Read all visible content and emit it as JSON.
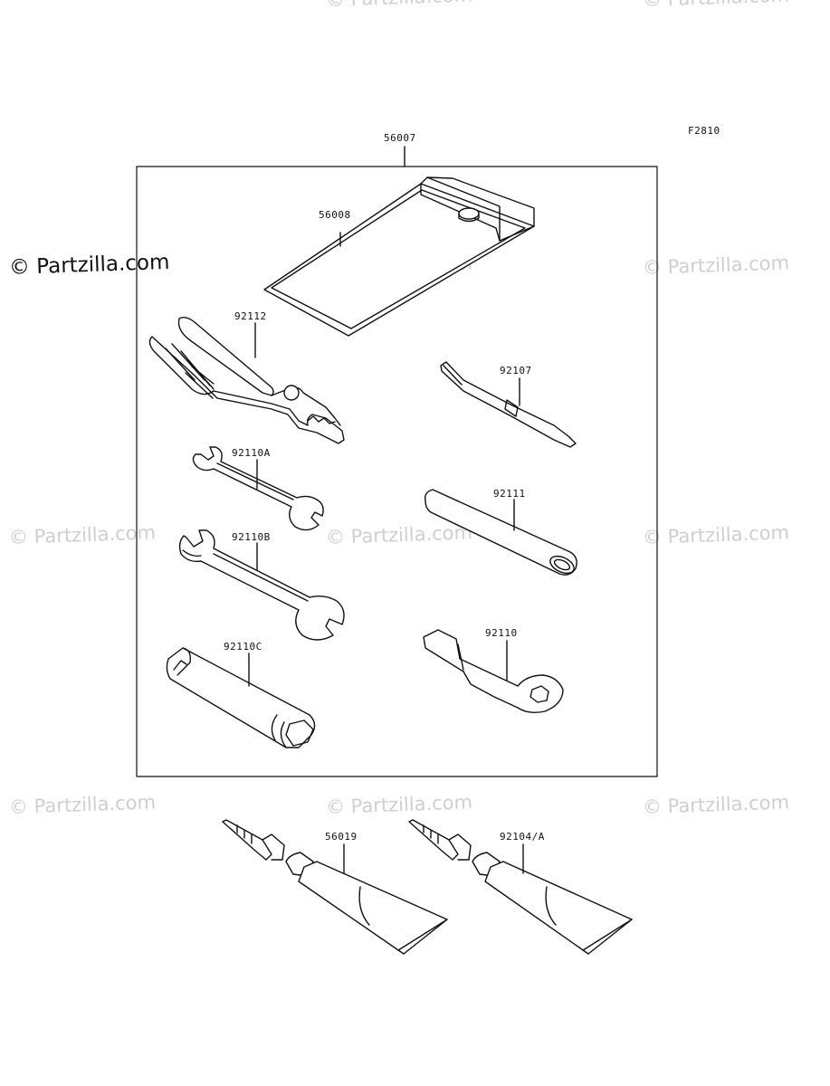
{
  "figure_code": "F2810",
  "watermark_main": "© Partzilla.com",
  "watermark_faint": "© Partzilla.com",
  "parts": {
    "kit": "56007",
    "case": "56008",
    "pliers": "92112",
    "screwdriver": "92107",
    "wrench_a": "92110A",
    "handle": "92111",
    "wrench_b": "92110B",
    "box_wrench": "92110",
    "plug_wrench": "92110C",
    "grease_1": "56019",
    "grease_2": "92104/A"
  }
}
